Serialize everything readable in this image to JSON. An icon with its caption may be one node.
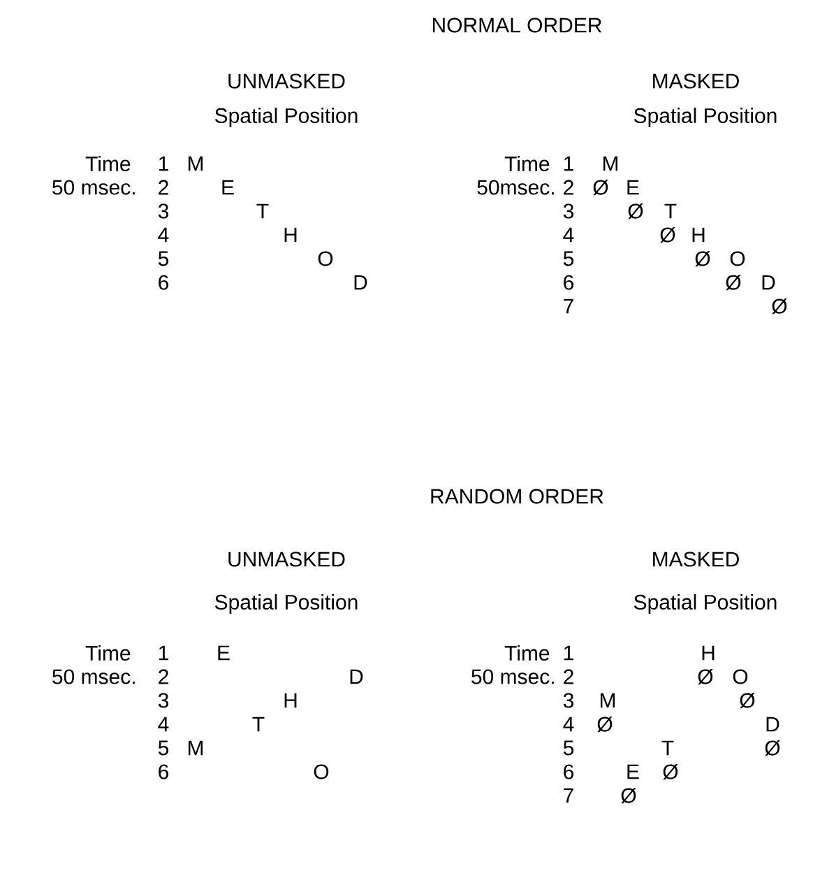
{
  "diagram": {
    "labels": [
      "NORMAL ORDER",
      "UNMASKED",
      "Spatial Position",
      "Time",
      "1",
      "M",
      "50 msec.",
      "2",
      "E",
      "3",
      "T",
      "4",
      "H",
      "5",
      "O",
      "6",
      "D",
      "MASKED",
      "Spatial Position",
      "Time",
      "1",
      "M",
      "50msec.",
      "2",
      "Ø",
      "E",
      "3",
      "Ø",
      "T",
      "4",
      "Ø",
      "H",
      "5",
      "Ø",
      "O",
      "6",
      "Ø",
      "D",
      "7",
      "Ø",
      "RANDOM ORDER",
      "UNMASKED",
      "Spatial Position",
      "Time",
      "1",
      "E",
      "50 msec.",
      "2",
      "D",
      "3",
      "H",
      "4",
      "T",
      "5",
      "M",
      "6",
      "O",
      "MASKED",
      "Spatial Position",
      "Time",
      "1",
      "H",
      "50 msec.",
      "2",
      "Ø",
      "O",
      "3",
      "M",
      "Ø",
      "4",
      "Ø",
      "D",
      "5",
      "T",
      "Ø",
      "6",
      "E",
      "Ø",
      "7",
      "Ø"
    ]
  }
}
